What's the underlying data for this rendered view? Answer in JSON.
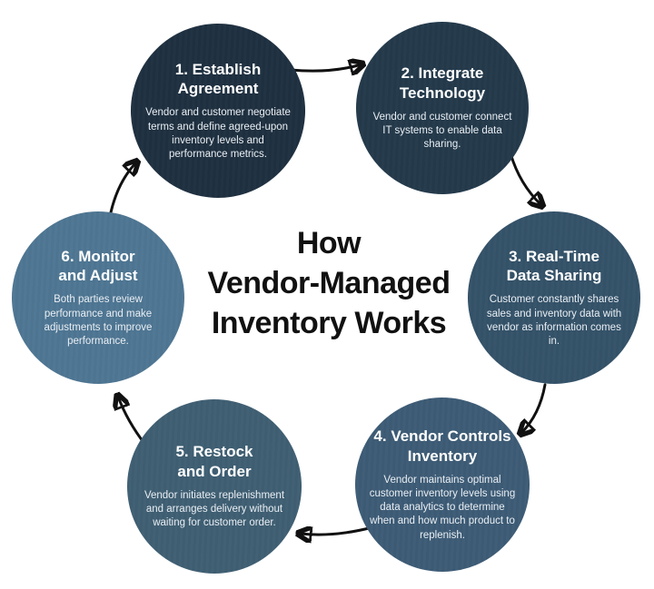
{
  "title": "How\nVendor-Managed\nInventory Works",
  "colors": {
    "background": "#ffffff",
    "arrow": "#111111",
    "title_text": "#111111",
    "step_text": "#ffffff"
  },
  "steps": [
    {
      "id": 1,
      "heading": "1. Establish\nAgreement",
      "body": "Vendor and customer negotiate terms and define agreed-upon inventory levels and performance metrics.",
      "color": "#1f3040"
    },
    {
      "id": 2,
      "heading": "2. Integrate\nTechnology",
      "body": "Vendor and customer connect IT systems to enable data sharing.",
      "color": "#243a4b"
    },
    {
      "id": 3,
      "heading": "3. Real-Time\nData Sharing",
      "body": "Customer constantly shares sales and inventory data with vendor as information comes in.",
      "color": "#345269"
    },
    {
      "id": 4,
      "heading": "4. Vendor Controls\nInventory",
      "body": "Vendor maintains optimal customer inventory levels using data analytics to determine when and how much product to replenish.",
      "color": "#3d5c76"
    },
    {
      "id": 5,
      "heading": "5. Restock\nand Order",
      "body": "Vendor initiates replenishment and arranges delivery without waiting for customer order.",
      "color": "#3f5f73"
    },
    {
      "id": 6,
      "heading": "6. Monitor\nand Adjust",
      "body": "Both parties review performance and make adjustments to improve performance.",
      "color": "#4e7693"
    }
  ],
  "flow": [
    {
      "from": 1,
      "to": 2
    },
    {
      "from": 2,
      "to": 3
    },
    {
      "from": 3,
      "to": 4
    },
    {
      "from": 4,
      "to": 5
    },
    {
      "from": 5,
      "to": 6
    },
    {
      "from": 6,
      "to": 1
    }
  ]
}
